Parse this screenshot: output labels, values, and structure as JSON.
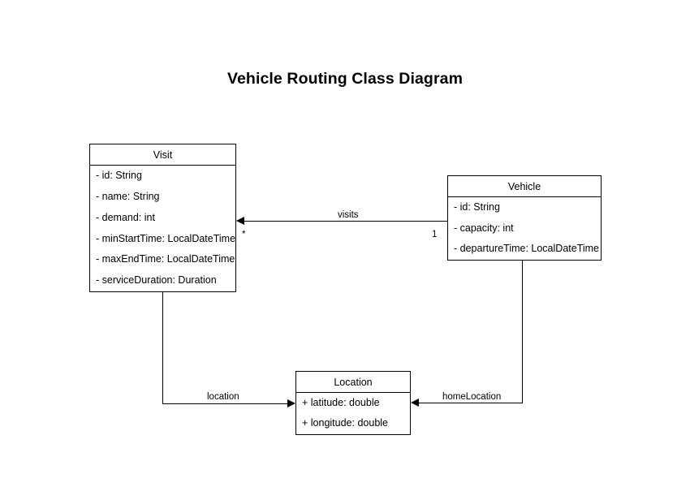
{
  "diagram": {
    "title": "Vehicle Routing Class Diagram",
    "type": "uml-class-diagram",
    "background_color": "#ffffff",
    "line_color": "#000000",
    "text_color": "#000000",
    "classes": [
      {
        "name": "Visit",
        "attributes": [
          "- id: String",
          "- name: String",
          "- demand: int",
          "- minStartTime: LocalDateTime",
          "- maxEndTime: LocalDateTime",
          "- serviceDuration: Duration"
        ]
      },
      {
        "name": "Vehicle",
        "attributes": [
          "- id: String",
          "- capacity: int",
          "- departureTime: LocalDateTime"
        ]
      },
      {
        "name": "Location",
        "attributes": [
          "+ latitude: double",
          "+ longitude: double"
        ]
      }
    ],
    "relationships": [
      {
        "label": "visits",
        "from": "Vehicle",
        "to": "Visit",
        "source_multiplicity": "1",
        "target_multiplicity": "*"
      },
      {
        "label": "location",
        "from": "Visit",
        "to": "Location",
        "source_multiplicity": "",
        "target_multiplicity": ""
      },
      {
        "label": "homeLocation",
        "from": "Vehicle",
        "to": "Location",
        "source_multiplicity": "",
        "target_multiplicity": ""
      }
    ]
  }
}
